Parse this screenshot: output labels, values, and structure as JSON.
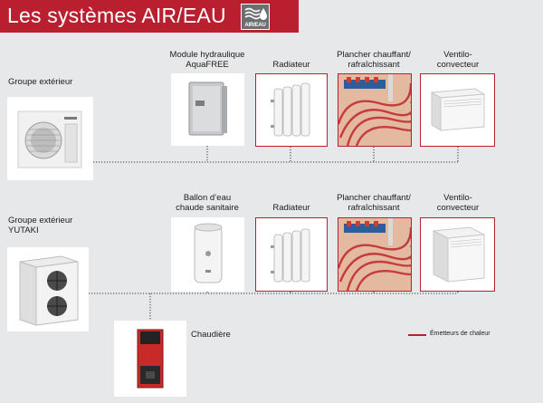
{
  "header": {
    "title": "Les systèmes AIR/EAU",
    "logo_text": "AIR/EAU",
    "colors": {
      "banner": "#ba1f2f",
      "logo_bg": "#6d6e70"
    }
  },
  "row1": {
    "outdoor_unit_label": "Groupe extérieur",
    "items": [
      {
        "label_lines": [
          "Module hydraulique",
          "AquaFREE"
        ],
        "icon": "hydraulic-module-image",
        "emitter": false
      },
      {
        "label_lines": [
          "Radiateur"
        ],
        "icon": "radiator-image",
        "emitter": true
      },
      {
        "label_lines": [
          "Plancher chauffant/",
          "rafraîchissant"
        ],
        "icon": "underfloor-heating-image",
        "emitter": true
      },
      {
        "label_lines": [
          "Ventilo-",
          "convecteur"
        ],
        "icon": "fan-coil-image",
        "emitter": true
      }
    ]
  },
  "row2": {
    "outdoor_unit_label_lines": [
      "Groupe extérieur",
      "YUTAKI"
    ],
    "items": [
      {
        "label_lines": [
          "Ballon d’eau",
          "chaude sanitaire"
        ],
        "icon": "water-tank-image",
        "emitter": false
      },
      {
        "label_lines": [
          "Radiateur"
        ],
        "icon": "radiator-image",
        "emitter": true
      },
      {
        "label_lines": [
          "Plancher chauffant/",
          "rafraîchissant"
        ],
        "icon": "underfloor-heating-image",
        "emitter": true
      },
      {
        "label_lines": [
          "Ventilo-",
          "convecteur"
        ],
        "icon": "fan-coil-image",
        "emitter": true
      }
    ],
    "boiler_label": "Chaudière"
  },
  "legend": {
    "label": "Émetteurs de chaleur",
    "color": "#b52234"
  }
}
